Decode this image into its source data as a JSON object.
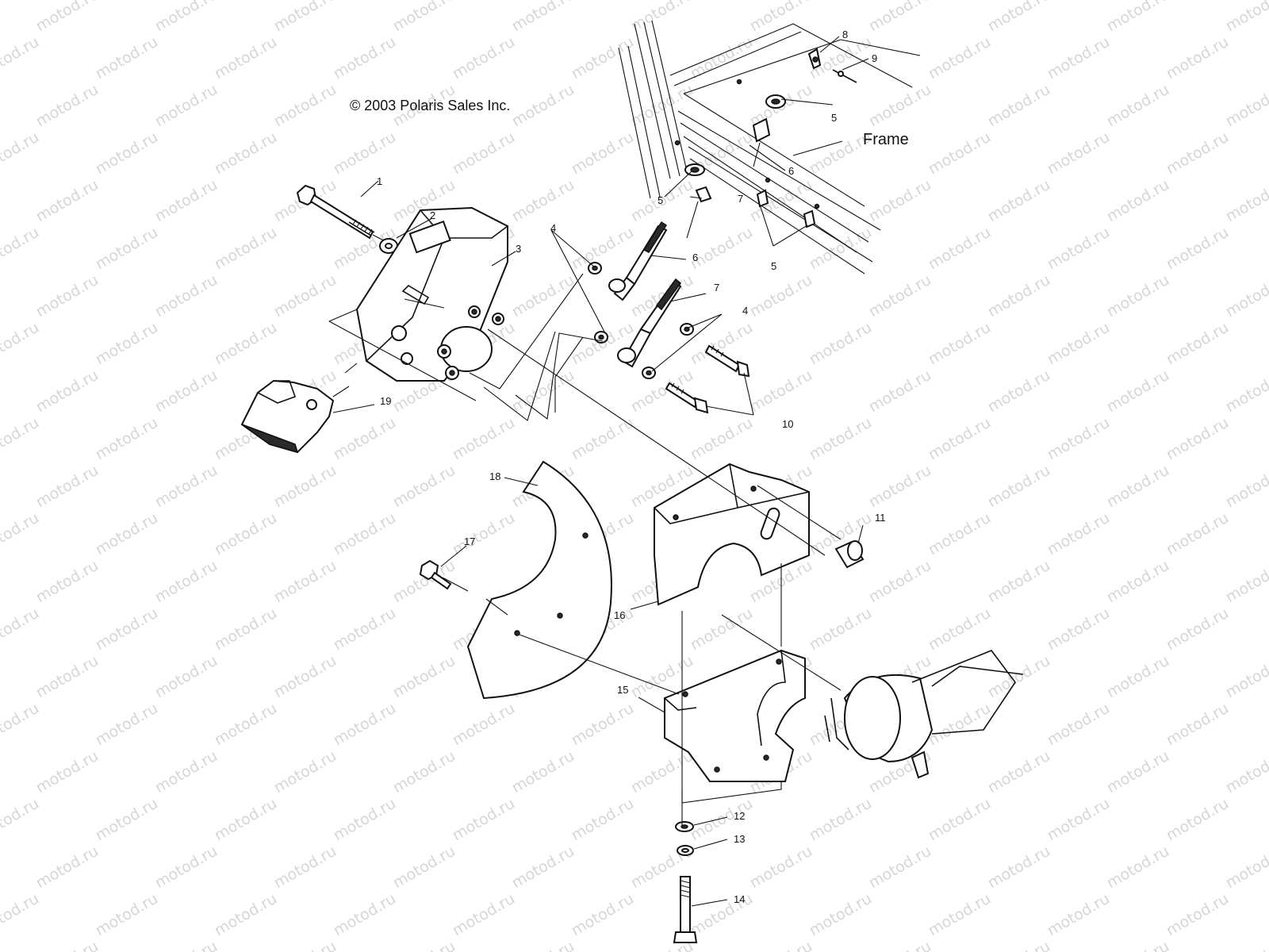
{
  "copyright": "© 2003 Polaris Sales Inc.",
  "frame_label": "Frame",
  "watermark": "motod.ru",
  "callouts": {
    "c1": "1",
    "c2": "2",
    "c3": "3",
    "c4a": "4",
    "c4b": "4",
    "c5a": "5",
    "c5b": "5",
    "c5c": "5",
    "c6a": "6",
    "c6b": "6",
    "c7a": "7",
    "c7b": "7",
    "c8": "8",
    "c9": "9",
    "c10": "10",
    "c11": "11",
    "c12": "12",
    "c13": "13",
    "c14": "14",
    "c15": "15",
    "c16": "16",
    "c17": "17",
    "c18": "18",
    "c19": "19"
  }
}
